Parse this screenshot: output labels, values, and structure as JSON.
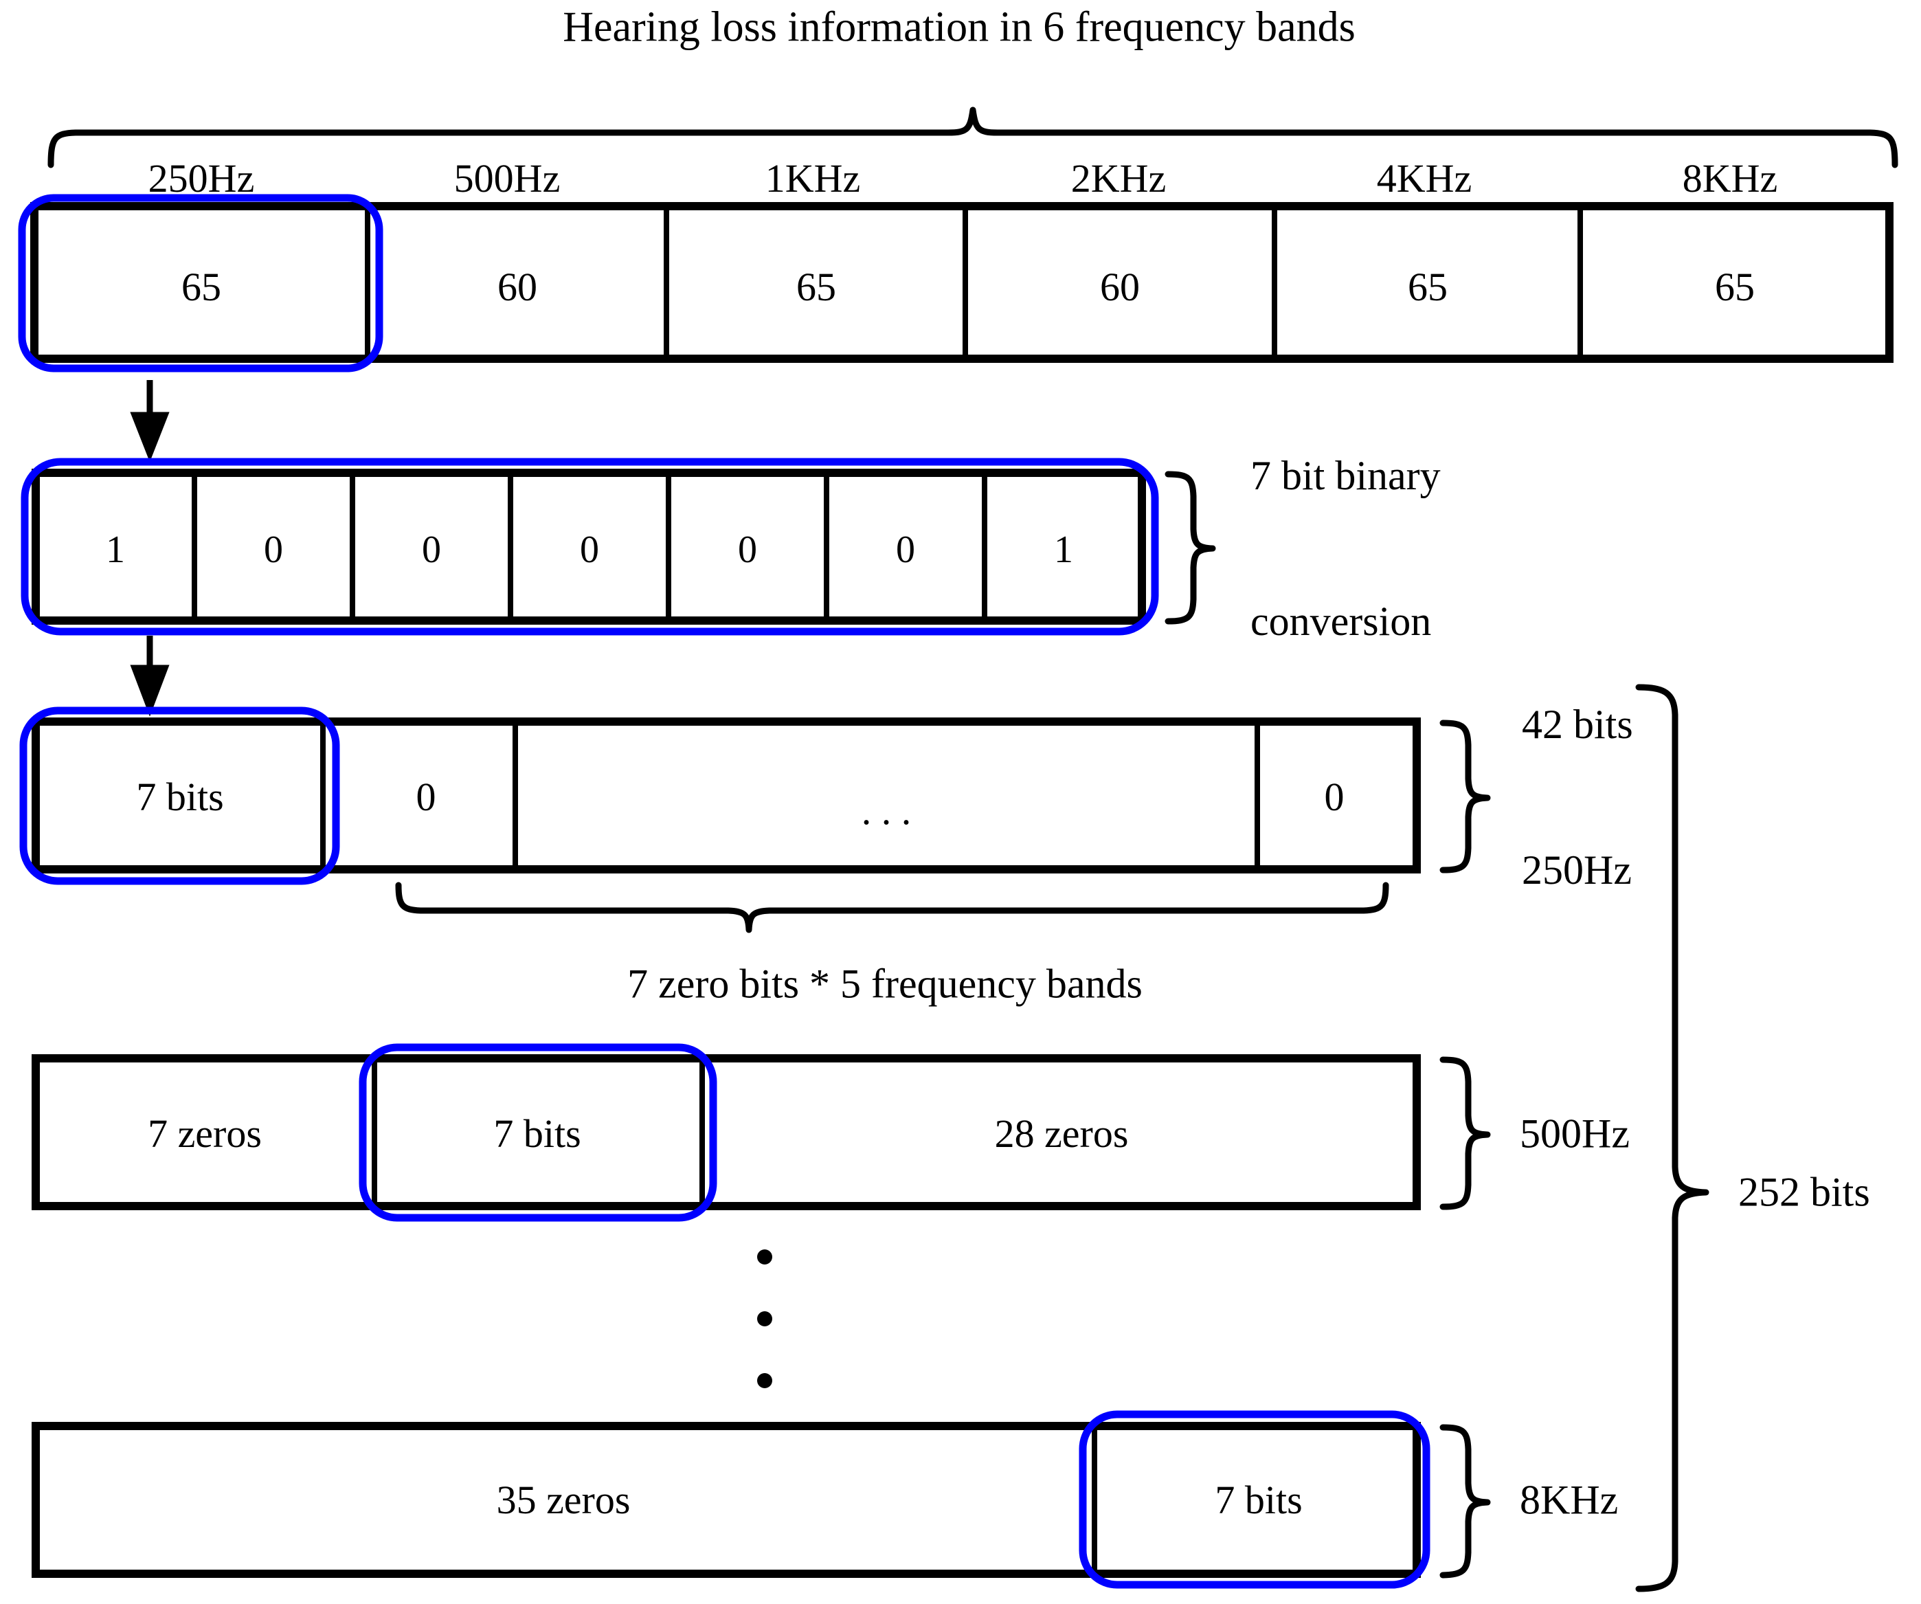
{
  "figure": {
    "title": "Hearing loss information in 6 frequency bands",
    "total_label": "252 bits",
    "accent_highlight": "#0000FF",
    "line_color": "#000000",
    "background": "#FFFFFF"
  },
  "frequency_table": {
    "bands": [
      "250Hz",
      "500Hz",
      "1KHz",
      "2KHz",
      "4KHz",
      "8KHz"
    ],
    "values": [
      "65",
      "60",
      "65",
      "60",
      "65",
      "65"
    ],
    "highlighted_band_index": 0
  },
  "binary_row": {
    "bits": [
      "1",
      "0",
      "0",
      "0",
      "0",
      "0",
      "1"
    ],
    "note": "7 bit binary\nconversion",
    "note_line1": "7 bit binary",
    "note_line2": "conversion"
  },
  "row_250hz": {
    "segments": [
      {
        "label": "7 bits",
        "highlighted": true
      },
      {
        "label": "0",
        "highlighted": false
      },
      {
        "label": ". . .",
        "highlighted": false
      },
      {
        "label": "0",
        "highlighted": false
      }
    ],
    "side_line1": "42 bits",
    "side_line2": "250Hz",
    "under_brace_label": "7 zero bits * 5 frequency bands"
  },
  "row_500hz": {
    "segments": [
      {
        "label": "7 zeros",
        "highlighted": false
      },
      {
        "label": "7 bits",
        "highlighted": true
      },
      {
        "label": "28 zeros",
        "highlighted": false
      }
    ],
    "side_label": "500Hz"
  },
  "row_8khz": {
    "segments": [
      {
        "label": "35 zeros",
        "highlighted": false
      },
      {
        "label": "7 bits",
        "highlighted": true
      }
    ],
    "side_label": "8KHz"
  },
  "vertical_ellipsis": "⋮"
}
